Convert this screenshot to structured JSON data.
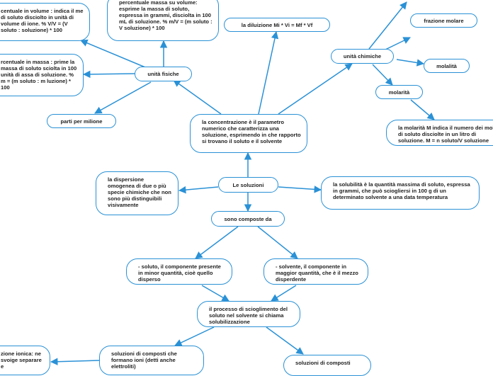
{
  "nodes": {
    "root": "Le soluzioni",
    "concentrazione": "la concentrazione è il parametro numerico che caratterizza una soluzione, esprimendo in che rapporto si trovano il soluto e il solvente",
    "dispersione": "la dispersione omogenea di due o più specie chimiche che non sono più distinguibili visivamente",
    "solubilita": "la solubilità è la quantità massima di soluto, espressa in grammi, che può sciogliersi in 100 g di un determinato solvente a una data temperatura",
    "composte_da": "sono composte da",
    "soluto": "- soluto, il componente presente in minor quantità, cioè quello disperso",
    "solvente": "- solvente, il componente in maggior quantità, che è il mezzo disperdente",
    "solubilizzazione": "il processo di scioglimento del soluto nel solvente si chiama solubilizzazione",
    "composti_ioni": "soluzioni di composti che formano ioni (detti anche elettroliti)",
    "composti_bottom": "soluzioni di composti",
    "ionica_partial": "zione ionica: ne svoige separare e",
    "unita_fisiche": "unità fisiche",
    "massa_volume": "percentuale massa su volume: esprime la massa di soluto, espressa in grammi, disciolta in 100 mL di soluzione. % m/V = (m soluto : V soluzione) * 100",
    "volume_percent": "centuale in volume : indica il me di soluto disciolto in unità di volume di ione. % V/V = (V soluto : soluzione) * 100",
    "massa_percent": "rcentuale in massa : prime la massa di soluto sciolta in 100 unità di assa di soluzione. % m = (m soluto : m luzione) * 100",
    "ppm": "parti per milione",
    "diluizione": "la diluizione  Mi * Vi = Mf * Vf",
    "unita_chimiche": "unità chimiche",
    "frazione_molare": "frazione molare",
    "molalita": "molalità",
    "molarita": "molarità",
    "molarita_def": "la molarità M indica il numero dei moli di soluto disciolte in un litro di soluzione. M = n soluto/V soluzione"
  },
  "colors": {
    "accent": "#2a91d6",
    "text": "#222222",
    "background": "#ffffff"
  }
}
